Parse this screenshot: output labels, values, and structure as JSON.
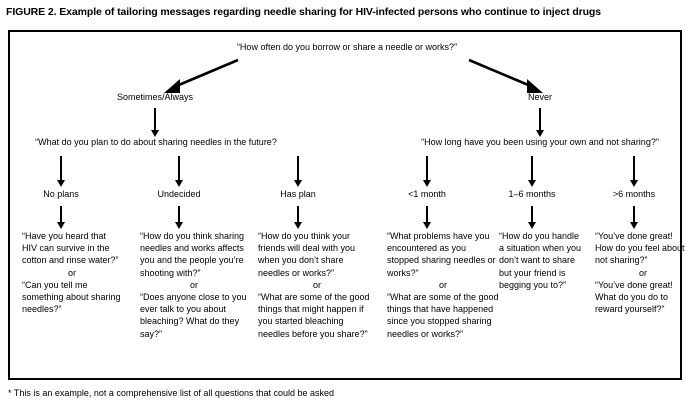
{
  "figure": {
    "title": "FIGURE 2. Example of tailoring messages regarding needle sharing for HIV-infected persons who continue to inject drugs",
    "footnote": "* This is an example, not a comprehensive list of all questions that could be asked"
  },
  "chart_data": {
    "type": "diagram",
    "title": "Example of tailoring messages regarding needle sharing for HIV-infected persons who continue to inject drugs",
    "root": {
      "id": "root-question",
      "label": "“How often do you borrow or share a needle or works?”"
    },
    "branches": [
      {
        "id": "branch-sometimes-always",
        "label": "Sometimes/Always",
        "question": "“What do you plan to do about sharing needles in the future?",
        "options": [
          {
            "id": "no-plans",
            "label": "No plans",
            "message_a": "“Have you heard that HIV can survive in the cotton and rinse water?”",
            "connector": "or",
            "message_b": "“Can you tell me something about sharing needles?”"
          },
          {
            "id": "undecided",
            "label": "Undecided",
            "message_a": "“How do you think sharing needles and works affects you and the people you’re shooting with?”",
            "connector": "or",
            "message_b": "“Does anyone close to you ever talk to you about bleaching? What do they say?”"
          },
          {
            "id": "has-plan",
            "label": "Has plan",
            "message_a": "“How do you think your friends will deal with you when you don’t share needles or works?”",
            "connector": "or",
            "message_b": "“What are some of the good things that might happen if you started bleaching needles before you share?”"
          }
        ]
      },
      {
        "id": "branch-never",
        "label": "Never",
        "question": "“How long have you been using your own and not sharing?”",
        "options": [
          {
            "id": "less-1-month",
            "label": "<1 month",
            "message_a": "“What problems have you encountered as you stopped sharing needles or works?”",
            "connector": "or",
            "message_b": "“What are some of the good things that have happened since you stopped sharing needles or works?”"
          },
          {
            "id": "1-6-months",
            "label": "1–6 months",
            "message_a": "“How do you handle a situation when you don’t want to share but your friend is begging you to?”",
            "connector": "",
            "message_b": ""
          },
          {
            "id": "greater-6-months",
            "label": ">6 months",
            "message_a": "“You’ve done great! How do you feel about not sharing?”",
            "connector": "or",
            "message_b": "“You’ve done great! What do you do to reward yourself?”"
          }
        ]
      }
    ],
    "colors": {
      "ink": "#000000",
      "background": "#ffffff",
      "border": "#000000"
    }
  }
}
